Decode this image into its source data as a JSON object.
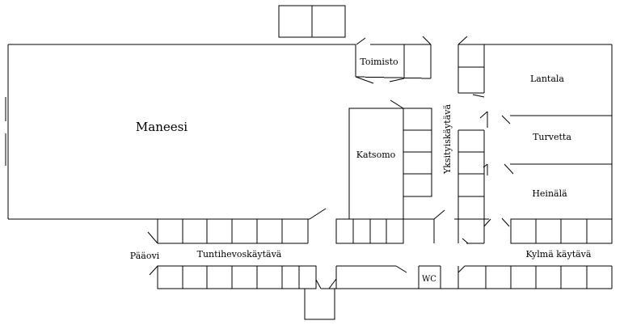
{
  "floor_plan": {
    "rooms": {
      "maneesi": "Maneesi",
      "toimisto": "Toimisto",
      "lantala": "Lantala",
      "katsomo": "Katsomo",
      "turvetta": "Turvetta",
      "heinala": "Heinälä",
      "wc": "WC"
    },
    "corridors": {
      "yksityiskaytava": "Yksityiskäytävä",
      "tuntihevoskaytava": "Tuntihevoskäytävä",
      "kylma_kaytava": "Kylmä käytävä"
    },
    "entrances": {
      "paaovi": "Pääovi"
    }
  }
}
